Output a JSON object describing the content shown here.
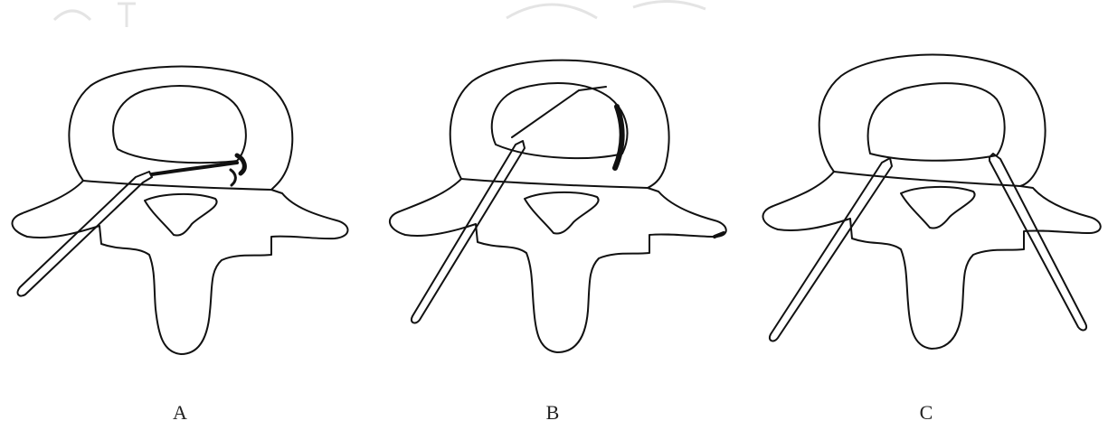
{
  "panels": [
    {
      "id": "A",
      "label": "A"
    },
    {
      "id": "B",
      "label": "B"
    },
    {
      "id": "C",
      "label": "C"
    }
  ],
  "colors": {
    "ink": "#111111",
    "watermark": "#e4e4e4",
    "background": "#ffffff"
  }
}
